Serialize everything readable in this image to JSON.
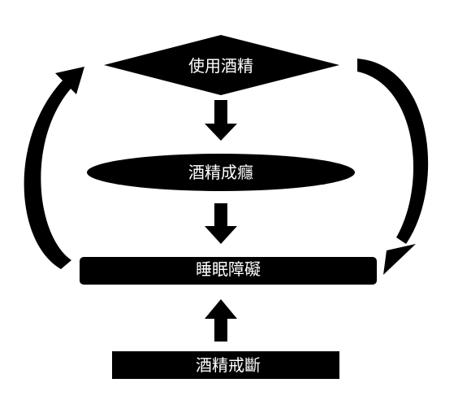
{
  "nodes": {
    "alcohol_use": {
      "label": "使用酒精"
    },
    "alcohol_addiction": {
      "label": "酒精成癮"
    },
    "sleep_disorder": {
      "label": "睡眠障礙"
    },
    "alcohol_withdrawal": {
      "label": "酒精戒斷"
    }
  },
  "colors": {
    "shape_fill": "#000000",
    "label_text": "#ffffff",
    "background": "#ffffff"
  }
}
